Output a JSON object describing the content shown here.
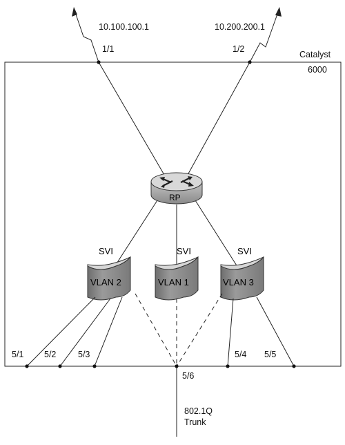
{
  "chassis": {
    "label_line1": "Catalyst",
    "label_line2": "6000"
  },
  "uplinks": [
    {
      "ip": "10.100.100.1",
      "port": "1/1"
    },
    {
      "ip": "10.200.200.1",
      "port": "1/2"
    }
  ],
  "router": {
    "label": "RP"
  },
  "svis": [
    {
      "svi_label": "SVI",
      "vlan_label": "VLAN 2"
    },
    {
      "svi_label": "SVI",
      "vlan_label": "VLAN 1"
    },
    {
      "svi_label": "SVI",
      "vlan_label": "VLAN 3"
    }
  ],
  "access_ports": [
    "5/1",
    "5/2",
    "5/3",
    "5/4",
    "5/5"
  ],
  "trunk": {
    "port": "5/6",
    "label_line1": "802.1Q",
    "label_line2": "Trunk"
  },
  "colors": {
    "line": "#222222",
    "vlan_face": "#8c8c8c",
    "vlan_top": "#d0d0d0",
    "router_body": "#a9a9a9",
    "router_top": "#d6d6d6"
  }
}
